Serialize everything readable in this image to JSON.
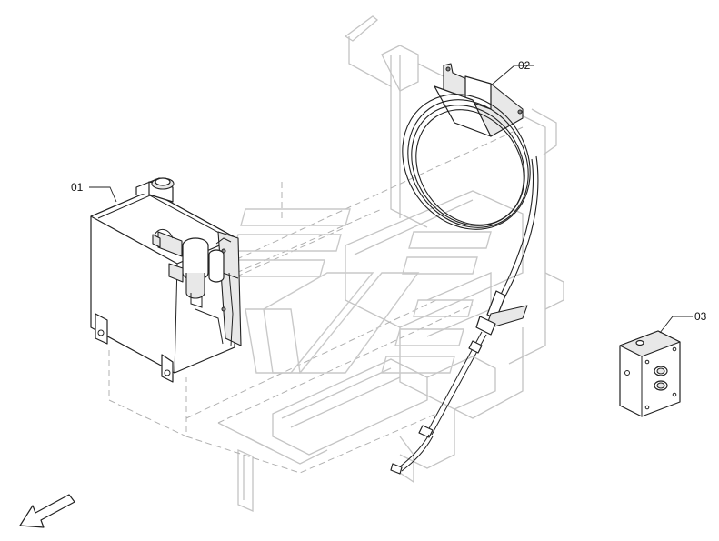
{
  "callouts": [
    {
      "id": "tank",
      "label": "01"
    },
    {
      "id": "hose",
      "label": "02"
    },
    {
      "id": "box",
      "label": "03"
    }
  ],
  "icons": [
    "direction-arrow-icon",
    "watermark-logo"
  ],
  "colors": {
    "line": "#222222",
    "ghost": "#c4c4c4",
    "background": "#ffffff"
  }
}
